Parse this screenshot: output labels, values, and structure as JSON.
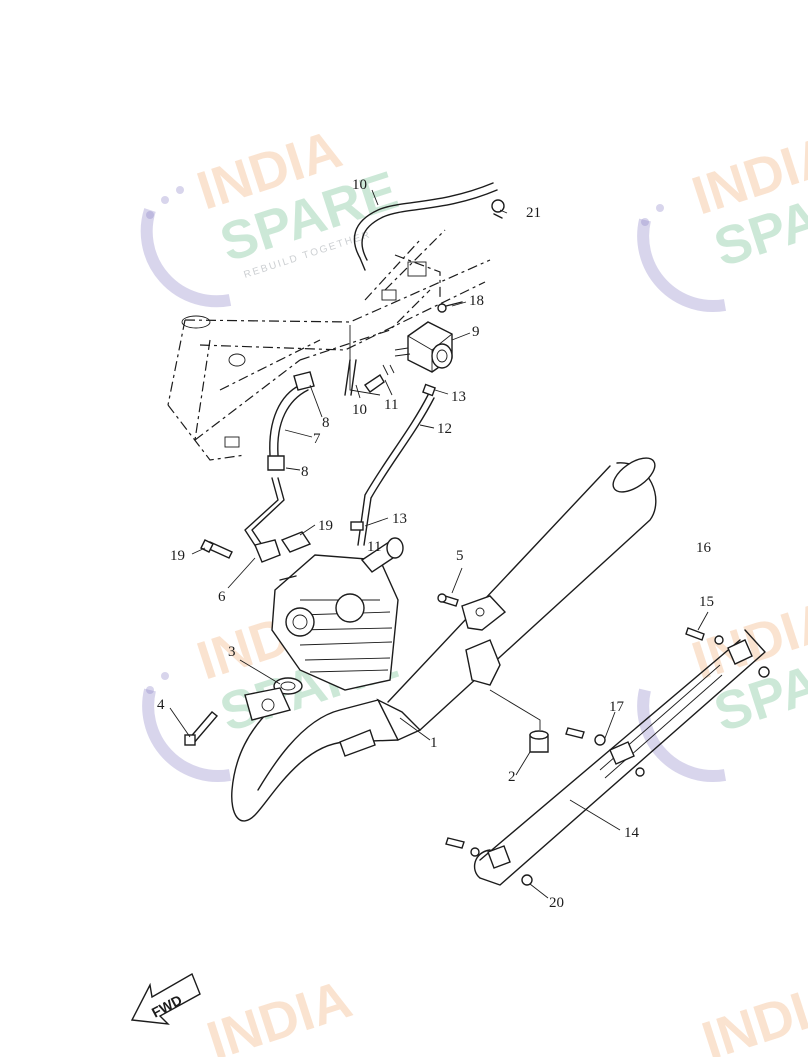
{
  "watermark": {
    "line1": "INDIA",
    "line2": "SPARE",
    "tagline": "REBUILD TOGETHER"
  },
  "callouts": [
    {
      "id": "c1",
      "label": "1"
    },
    {
      "id": "c2",
      "label": "2"
    },
    {
      "id": "c3",
      "label": "3"
    },
    {
      "id": "c4",
      "label": "4"
    },
    {
      "id": "c5",
      "label": "5"
    },
    {
      "id": "c6",
      "label": "6"
    },
    {
      "id": "c7",
      "label": "7"
    },
    {
      "id": "c8a",
      "label": "8"
    },
    {
      "id": "c8b",
      "label": "8"
    },
    {
      "id": "c9",
      "label": "9"
    },
    {
      "id": "c10a",
      "label": "10"
    },
    {
      "id": "c10b",
      "label": "10"
    },
    {
      "id": "c11",
      "label": "11"
    },
    {
      "id": "c12",
      "label": "12"
    },
    {
      "id": "c13a",
      "label": "13"
    },
    {
      "id": "c13b",
      "label": "13"
    },
    {
      "id": "c14",
      "label": "14"
    },
    {
      "id": "c15",
      "label": "15"
    },
    {
      "id": "c16",
      "label": "16"
    },
    {
      "id": "c17",
      "label": "17"
    },
    {
      "id": "c18",
      "label": "18"
    },
    {
      "id": "c19a",
      "label": "19"
    },
    {
      "id": "c19b",
      "label": "19"
    },
    {
      "id": "c20",
      "label": "20"
    },
    {
      "id": "c21",
      "label": "21"
    },
    {
      "id": "c11b",
      "label": "11"
    }
  ],
  "direction_label": "FWD",
  "colors": {
    "line": "#1c1c1c",
    "watermark_orange": "#f3b07a",
    "watermark_green": "#6fbf8f",
    "watermark_purple": "#8f86c9"
  }
}
